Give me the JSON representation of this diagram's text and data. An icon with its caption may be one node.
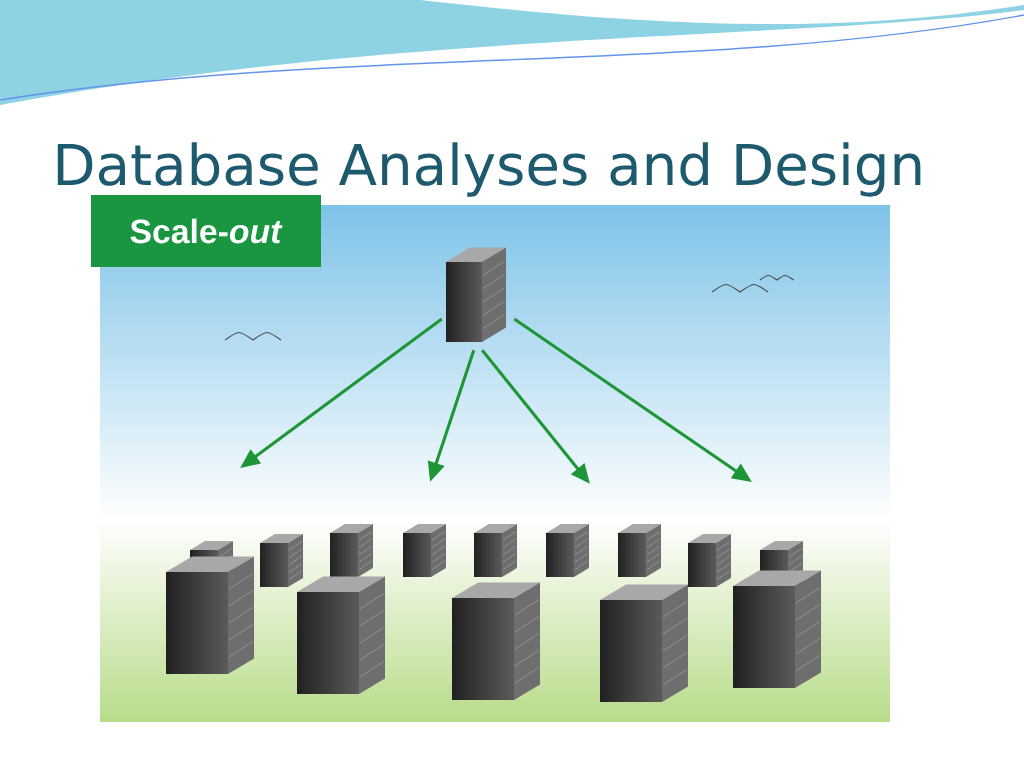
{
  "diagram": {
    "title": "Database Analyses and Design",
    "nodes": [
      {
        "text": [
          "Scale-*out*"
        ]
      },
      {
        "text": [],
        "shape": "picture"
      }
    ],
    "edges": [
      {
        "from": 1,
        "to": null,
        "arrow": "to"
      },
      {
        "from": 1,
        "to": null,
        "arrow": "to"
      },
      {
        "from": 1,
        "to": null,
        "arrow": "to"
      },
      {
        "from": 1,
        "to": null,
        "arrow": "to"
      }
    ]
  }
}
